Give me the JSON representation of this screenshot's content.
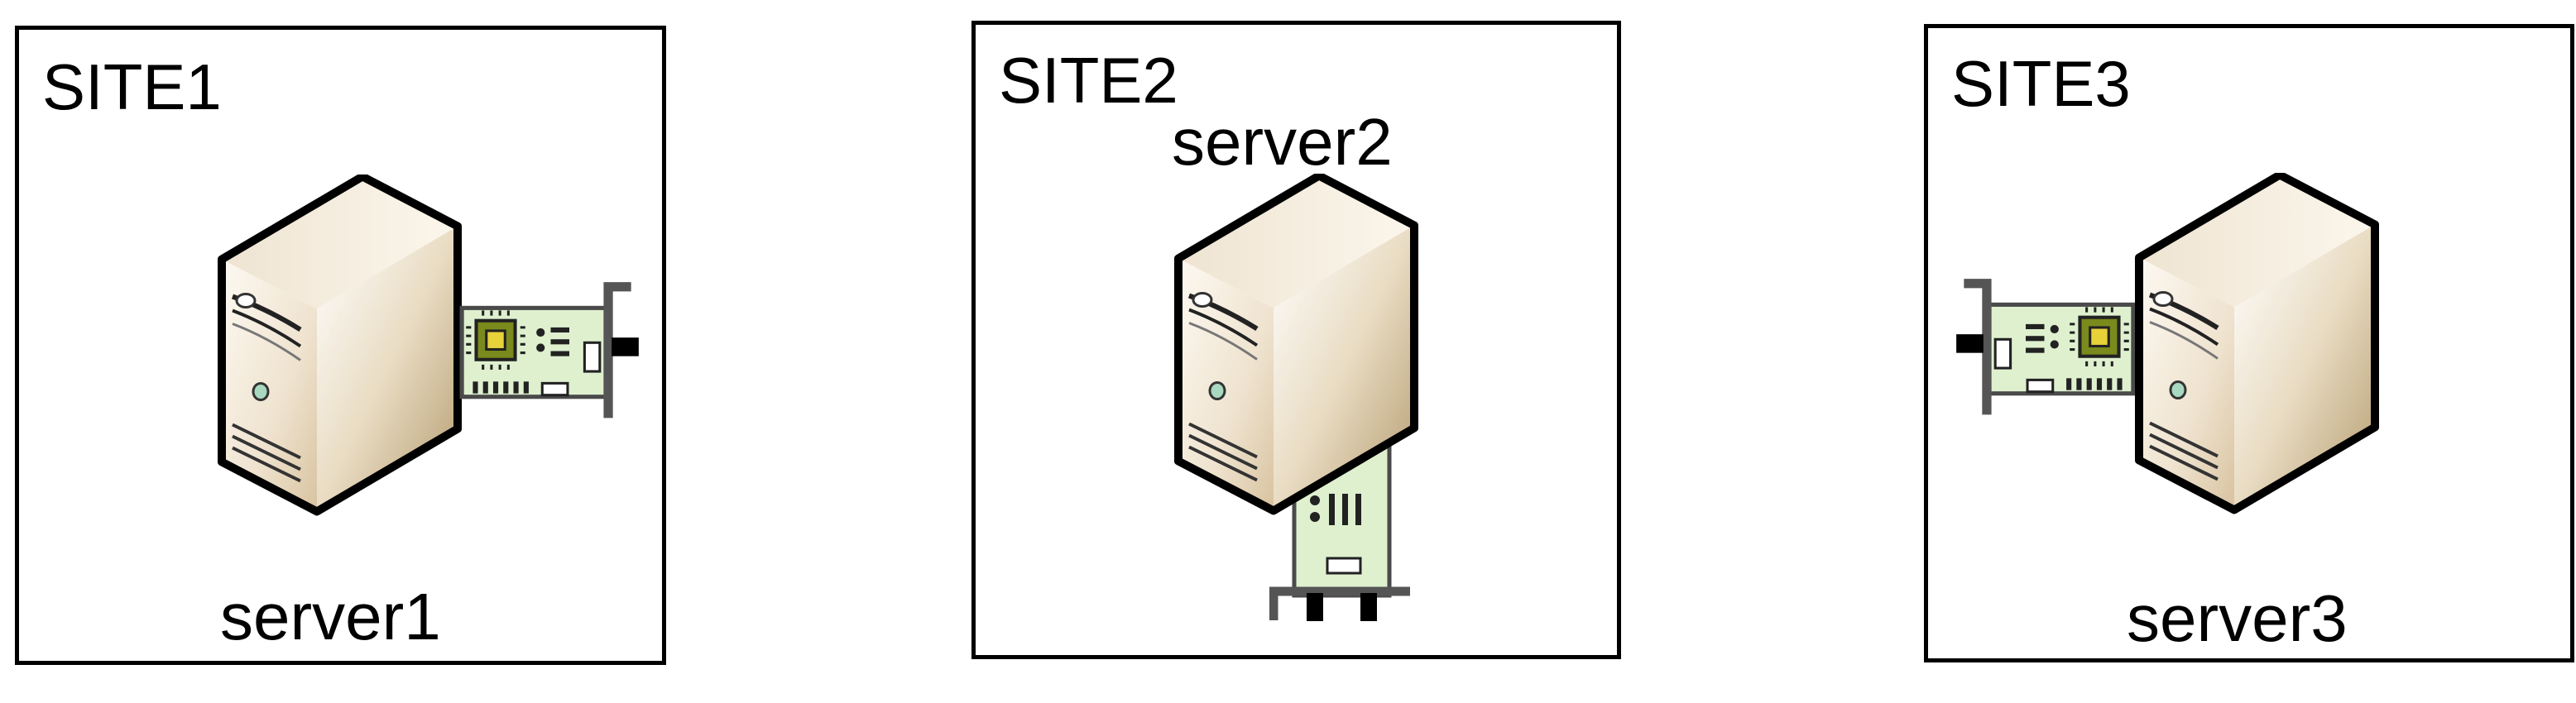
{
  "sites": [
    {
      "label": "SITE1",
      "server": "server1"
    },
    {
      "label": "SITE2",
      "server": "server2"
    },
    {
      "label": "SITE3",
      "server": "server3"
    }
  ],
  "icons": {
    "server": "server-tower-icon",
    "nic": "network-interface-card-icon"
  },
  "colors": {
    "border": "#000000",
    "server_front": "#f0e6d6",
    "server_side": "#c9b48c",
    "card": "#dff0cf",
    "chip": "#7a8a1c"
  }
}
